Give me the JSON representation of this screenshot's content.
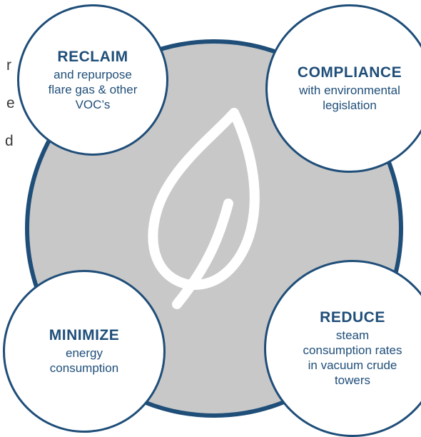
{
  "colors": {
    "accent": "#1f4e79",
    "disc_fill": "#c8c8c8",
    "leaf_stroke": "#ffffff",
    "text_gray": "#3a3a3a"
  },
  "center_icon": "leaf-icon",
  "clipped_text": [
    "r",
    "e",
    "d"
  ],
  "bubbles": {
    "reclaim": {
      "title": "RECLAIM",
      "desc": "and repurpose\nflare gas & other\nVOC’s"
    },
    "compliance": {
      "title": "COMPLIANCE",
      "desc": "with environmental\nlegislation"
    },
    "minimize": {
      "title": "MINIMIZE",
      "desc": "energy\nconsumption"
    },
    "reduce": {
      "title": "REDUCE",
      "desc": "steam\nconsumption rates\nin vacuum crude\ntowers"
    }
  }
}
